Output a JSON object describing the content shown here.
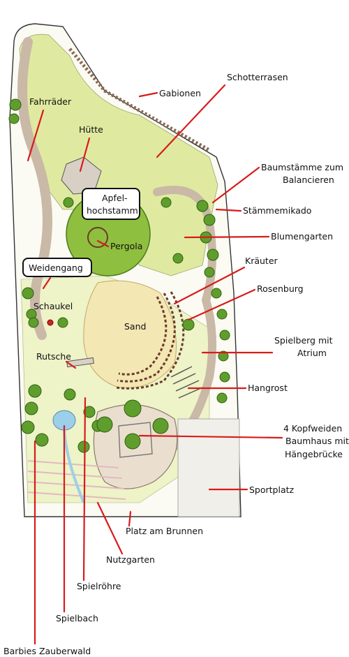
{
  "labels": {
    "schotterrasen": "Schotterrasen",
    "gabionen": "Gabionen",
    "fahrraeder": "Fahrräder",
    "huette": "Hütte",
    "baumstaemme_1": "Baumstämme zum",
    "baumstaemme_2": "Balancieren",
    "staemmemikado": "Stämmemikado",
    "apfel_1": "Apfel-",
    "apfel_2": "hochstamm",
    "blumengarten": "Blumengarten",
    "pergola": "Pergola",
    "kraeuter": "Kräuter",
    "weidengang": "Weidengang",
    "rosenburg": "Rosenburg",
    "schaukel": "Schaukel",
    "sand": "Sand",
    "spielberg_1": "Spielberg mit",
    "spielberg_2": "Atrium",
    "rutsche": "Rutsche",
    "hangrost": "Hangrost",
    "kopfweiden": "4 Kopfweiden",
    "baumhaus_1": "Baumhaus mit",
    "baumhaus_2": "Hängebrücke",
    "sportplatz": "Sportplatz",
    "platz_brunnen": "Platz am Brunnen",
    "nutzgarten": "Nutzgarten",
    "spielroehre": "Spielröhre",
    "spielbach": "Spielbach",
    "barbies": "Barbies Zauberwald"
  },
  "colors": {
    "leader": "#d81b1b",
    "lawn": "#dfeaa0",
    "tree": "#5f9e2c",
    "path": "#c9b9a6",
    "sand": "#f3e7b3"
  }
}
